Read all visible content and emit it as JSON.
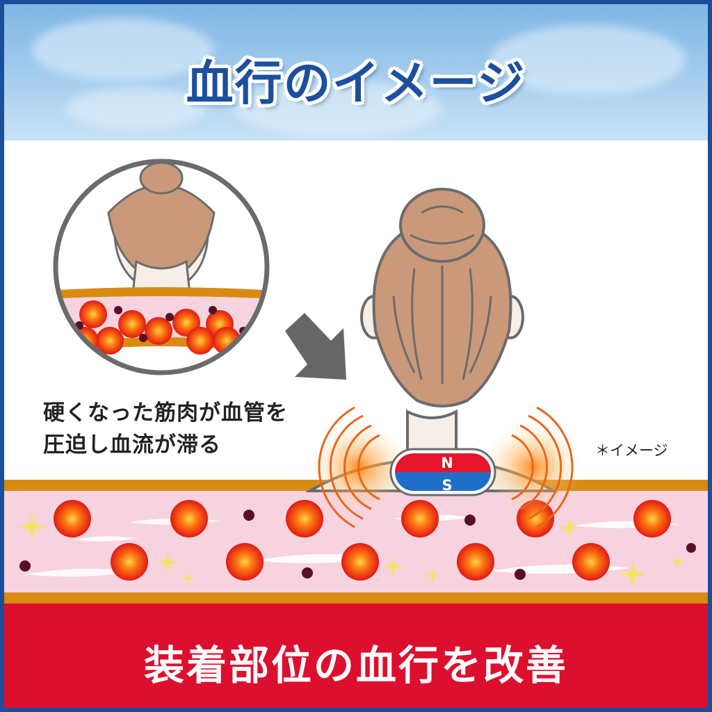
{
  "header": {
    "title": "血行のイメージ"
  },
  "before": {
    "caption_line1": "硬くなった筋肉が血管を",
    "caption_line2": "圧迫し血流が滞る"
  },
  "magnet": {
    "top_label": "N",
    "bottom_label": "S"
  },
  "note": "＊イメージ",
  "banner": {
    "text": "装着部位の血行を改善"
  },
  "colors": {
    "title_blue": "#1d4f9e",
    "border_blue": "#1a4f9c",
    "banner_red": "#dd0f2e",
    "muscle_orange": "#d98a12",
    "vessel_pink": "#f7d3df",
    "blood_cell": "#e8261a",
    "dark_dot": "#5a0f27",
    "hair_brown": "#c9997a",
    "skin": "#f6eee8",
    "outline_gray": "#6b6b6b",
    "magnet_red": "#e5162c",
    "magnet_blue": "#1f6fc9",
    "sparkle_yellow": "#f3e36a"
  },
  "icons": [
    "arrow-icon",
    "magnet-icon",
    "sparkle-icon",
    "circular-zoom-lens"
  ]
}
